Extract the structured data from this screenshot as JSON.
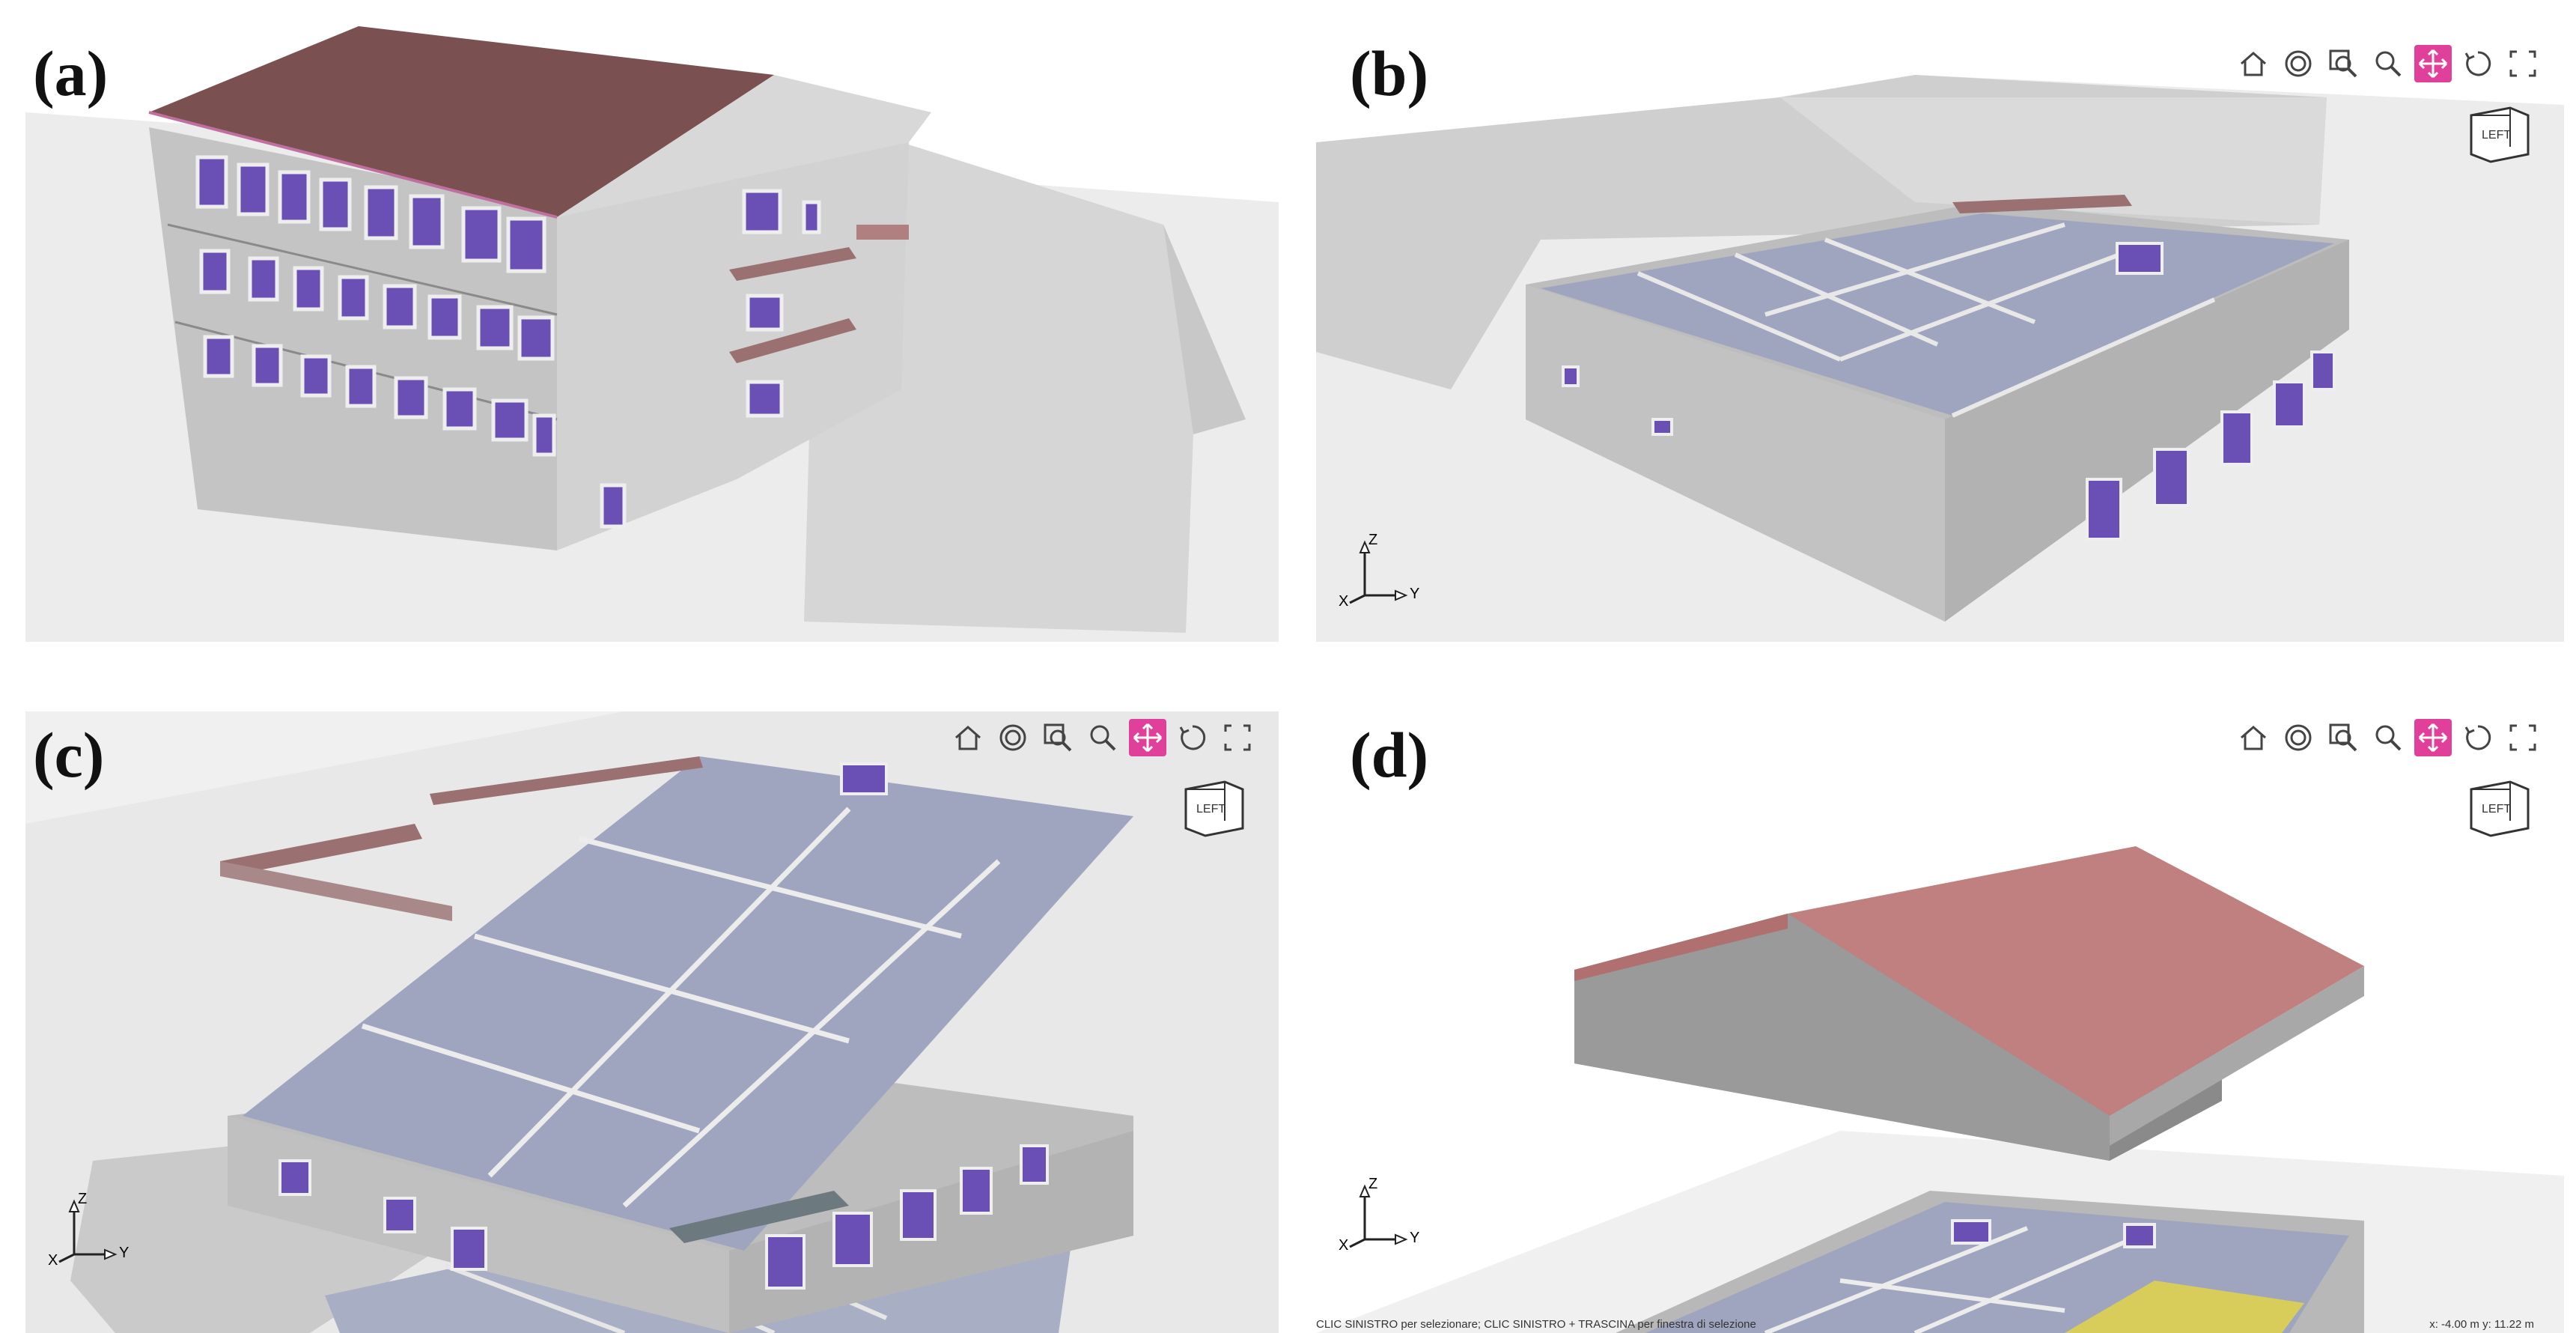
{
  "panels": [
    {
      "id": "a",
      "label": "(a)",
      "has_toolbar": false
    },
    {
      "id": "b",
      "label": "(b)",
      "has_toolbar": true,
      "viewcube_label": "LEFT"
    },
    {
      "id": "c",
      "label": "(c)",
      "has_toolbar": true,
      "viewcube_label": "LEFT"
    },
    {
      "id": "d",
      "label": "(d)",
      "has_toolbar": true,
      "viewcube_label": "LEFT"
    }
  ],
  "toolbar": {
    "tools": [
      {
        "name": "home-icon"
      },
      {
        "name": "orbit-icon"
      },
      {
        "name": "zoom-window-icon"
      },
      {
        "name": "zoom-icon"
      },
      {
        "name": "pan-icon",
        "active": true
      },
      {
        "name": "rotate-icon"
      },
      {
        "name": "fullscreen-icon"
      }
    ],
    "active_color": "#e0409a"
  },
  "triad": {
    "z": "Z",
    "y": "Y",
    "x": "X"
  },
  "status_d": {
    "left": "CLIC SINISTRO per selezionare; CLIC SINISTRO + TRASCINA per finestra di selezione",
    "right": "x: -4.00 m  y: 11.22 m"
  },
  "colors": {
    "roof_a": "#7a5050",
    "roof_d": "#c08080",
    "wall": "#b8b8b8",
    "window": "#6a4fb5",
    "interior": "#9fa5bf",
    "highlight_room": "#d8cd5a"
  }
}
